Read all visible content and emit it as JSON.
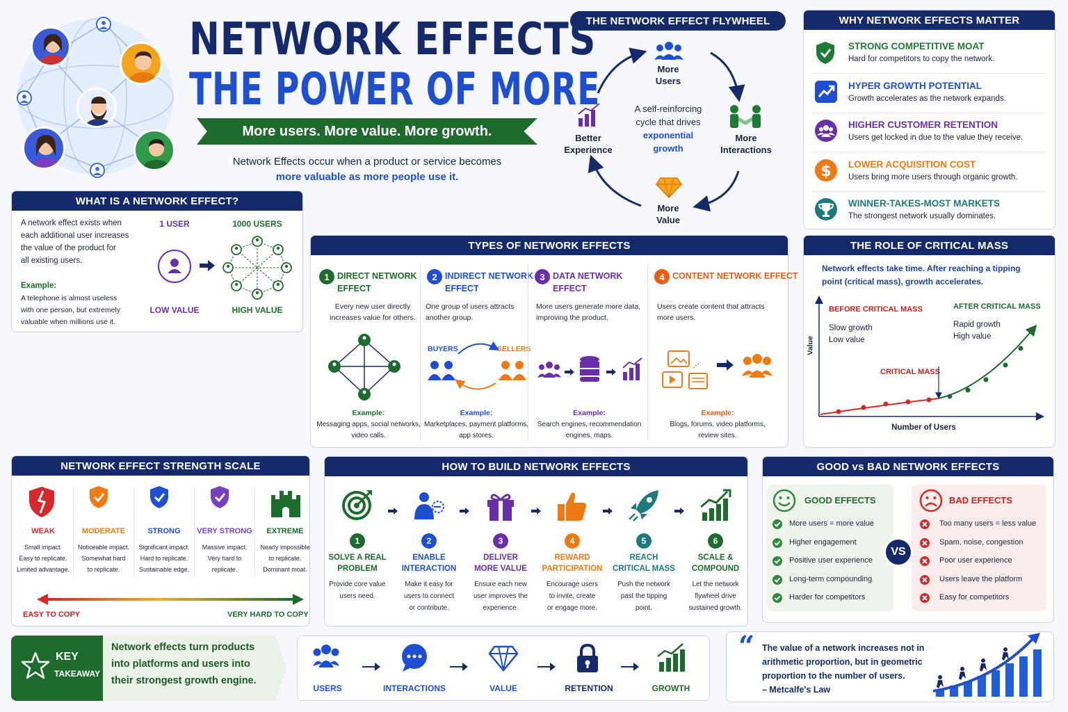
{
  "colors": {
    "navy": "#152a6b",
    "blue": "#1f4fd1",
    "green": "#1e6b2e",
    "purple": "#6a2fa8",
    "orange": "#ef7a12",
    "red": "#d62828"
  },
  "header": {
    "title_line1": "NETWORK EFFECTS",
    "title_line2": "THE POWER OF MORE",
    "banner": "More users. More value. More growth.",
    "intro_line1": "Network Effects occur when a product or service becomes",
    "intro_line2": "more valuable as more people use it."
  },
  "what": {
    "title": "WHAT IS A NETWORK EFFECT?",
    "desc": [
      "A network effect exists when",
      "each additional user increases",
      "the value of the product for",
      "all existing users."
    ],
    "example_label": "Example:",
    "example": [
      "A telephone is almost useless",
      "with one person, but extremely",
      "valuable when millions use it."
    ],
    "left_label": "1 USER",
    "left_value": "LOW VALUE",
    "right_label": "1000 USERS",
    "right_value": "HIGH VALUE"
  },
  "flywheel": {
    "title": "THE NETWORK EFFECT FLYWHEEL",
    "top": [
      "More",
      "Users"
    ],
    "right": [
      "More",
      "Interactions"
    ],
    "bottom": [
      "More",
      "Value"
    ],
    "left": [
      "Better",
      "Experience"
    ],
    "center": [
      "A self-reinforcing",
      "cycle that drives"
    ],
    "center_highlight": [
      "exponential",
      "growth"
    ]
  },
  "why": {
    "title": "WHY NETWORK EFFECTS MATTER",
    "items": [
      {
        "icon": "shield-check-icon",
        "title": "STRONG COMPETITIVE MOAT",
        "desc": "Hard for competitors to copy the network.",
        "color": "#1e7a34"
      },
      {
        "icon": "trend-up-icon",
        "title": "HYPER GROWTH POTENTIAL",
        "desc": "Growth accelerates as the network expands.",
        "color": "#1f4fd1"
      },
      {
        "icon": "users-icon",
        "title": "HIGHER CUSTOMER RETENTION",
        "desc": "Users get locked in due to the value they receive.",
        "color": "#6a2fa8"
      },
      {
        "icon": "dollar-icon",
        "title": "LOWER ACQUISITION COST",
        "desc": "Users bring more users through organic growth.",
        "color": "#ef7a12"
      },
      {
        "icon": "trophy-icon",
        "title": "WINNER-TAKES-MOST MARKETS",
        "desc": "The strongest network usually dominates.",
        "color": "#1e7a7a"
      }
    ]
  },
  "types": {
    "title": "TYPES OF NETWORK EFFECTS",
    "example_label": "Example:",
    "items": [
      {
        "num": "1",
        "title": [
          "DIRECT NETWORK",
          "EFFECT"
        ],
        "desc": [
          "Every new user directly",
          "increases value for others."
        ],
        "example": [
          "Messaging apps, social networks,",
          "video calls."
        ],
        "color": "#1e6b2e"
      },
      {
        "num": "2",
        "title": [
          "INDIRECT NETWORK",
          "EFFECT"
        ],
        "desc": [
          "One group of users attracts",
          "another group."
        ],
        "example": [
          "Marketplaces, payment platforms,",
          "app stores."
        ],
        "color": "#1f4fd1",
        "buyers": "BUYERS",
        "sellers": "SELLERS"
      },
      {
        "num": "3",
        "title": [
          "DATA NETWORK",
          "EFFECT"
        ],
        "desc": [
          "More users generate more data,",
          "improving the product."
        ],
        "example": [
          "Search engines, recommendation",
          "engines, maps."
        ],
        "color": "#6a2fa8"
      },
      {
        "num": "4",
        "title": [
          "CONTENT NETWORK EFFECT"
        ],
        "desc": [
          "Users create content that attracts",
          "more users."
        ],
        "example": [
          "Blogs, forums, video platforms,",
          "review sites."
        ],
        "color": "#ef5a12"
      }
    ]
  },
  "critical": {
    "title": "THE ROLE OF CRITICAL MASS",
    "desc": [
      "Network effects take time. After reaching a tipping",
      "point (critical mass), growth accelerates."
    ],
    "before": "BEFORE CRITICAL MASS",
    "before_desc": [
      "Slow growth",
      "Low value"
    ],
    "after": "AFTER CRITICAL MASS",
    "after_desc": [
      "Rapid growth",
      "High value"
    ],
    "mass_label": "CRITICAL MASS",
    "ylabel": "Value",
    "xlabel": "Number of Users"
  },
  "scale": {
    "title": "NETWORK EFFECT STRENGTH SCALE",
    "items": [
      {
        "label": "WEAK",
        "desc": [
          "Small impact.",
          "Easy to replicate.",
          "Limited advantage."
        ],
        "color": "#d62828",
        "icon": "broken-shield-icon"
      },
      {
        "label": "MODERATE",
        "desc": [
          "Noticeable impact.",
          "Somewhat hard",
          "to replicate."
        ],
        "color": "#ef7a12",
        "icon": "shield-check-icon"
      },
      {
        "label": "STRONG",
        "desc": [
          "Significant impact.",
          "Hard to replicate.",
          "Sustainable edge."
        ],
        "color": "#1f4fd1",
        "icon": "shield-check-icon"
      },
      {
        "label": "VERY STRONG",
        "desc": [
          "Massive impact.",
          "Very hard to",
          "replicate."
        ],
        "color": "#7a3fc0",
        "icon": "shield-check-icon"
      },
      {
        "label": "EXTREME",
        "desc": [
          "Nearly impossible",
          "to replicate.",
          "Dominant moat."
        ],
        "color": "#1e6b2e",
        "icon": "castle-icon"
      }
    ],
    "left": "EASY TO COPY",
    "right": "VERY HARD TO COPY"
  },
  "build": {
    "title": "HOW TO BUILD NETWORK EFFECTS",
    "steps": [
      {
        "num": "1",
        "title": [
          "SOLVE A REAL",
          "PROBLEM"
        ],
        "desc": [
          "Provide core value",
          "users need."
        ],
        "color": "#1e6b2e",
        "icon": "target-icon"
      },
      {
        "num": "2",
        "title": [
          "ENABLE",
          "INTERACTION"
        ],
        "desc": [
          "Make it easy for",
          "users to connect",
          "or contribute."
        ],
        "color": "#1f4fd1",
        "icon": "user-connect-icon"
      },
      {
        "num": "3",
        "title": [
          "DELIVER",
          "MORE VALUE"
        ],
        "desc": [
          "Ensure each new",
          "user improves the",
          "experience."
        ],
        "color": "#6a2fa8",
        "icon": "gift-icon"
      },
      {
        "num": "4",
        "title": [
          "REWARD",
          "PARTICIPATION"
        ],
        "desc": [
          "Encourage users",
          "to invite, create",
          "or engage more."
        ],
        "color": "#ef7a12",
        "icon": "thumbs-up-icon"
      },
      {
        "num": "5",
        "title": [
          "REACH",
          "CRITICAL MASS"
        ],
        "desc": [
          "Push the network",
          "past the tipping",
          "point."
        ],
        "color": "#1e7a7a",
        "icon": "rocket-icon"
      },
      {
        "num": "6",
        "title": [
          "SCALE &",
          "COMPOUND"
        ],
        "desc": [
          "Let the network",
          "flywheel drive",
          "sustained growth."
        ],
        "color": "#1e6b2e",
        "icon": "growth-chart-icon"
      }
    ]
  },
  "goodbad": {
    "title": "GOOD vs BAD NETWORK EFFECTS",
    "good_title": "GOOD EFFECTS",
    "good": [
      "More users = more value",
      "Higher engagement",
      "Positive user experience",
      "Long-term compounding",
      "Harder for competitors"
    ],
    "bad_title": "BAD EFFECTS",
    "bad": [
      "Too many users = less value",
      "Spam, noise, congestion",
      "Poor user experience",
      "Users leave the platform",
      "Easy for competitors"
    ],
    "vs": "VS"
  },
  "takeaway": {
    "label1": "KEY",
    "label2": "TAKEAWAY",
    "text": [
      "Network effects turn products",
      "into platforms and users into",
      "their strongest growth engine."
    ]
  },
  "chain": {
    "items": [
      "USERS",
      "INTERACTIONS",
      "VALUE",
      "RETENTION",
      "GROWTH"
    ]
  },
  "quote": {
    "lines": [
      "The value of a network increases not in",
      "arithmetic proportion, but in geometric",
      "proportion to the number of users."
    ],
    "author": "– Metcalfe's Law"
  }
}
